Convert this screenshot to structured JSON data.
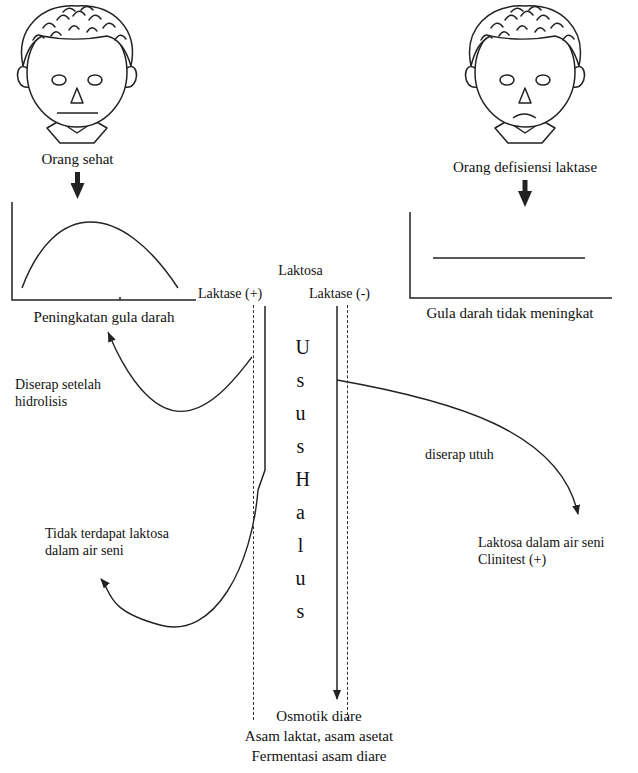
{
  "diagram": {
    "nodes": [
      {
        "text": [
          "Orang sehat"
        ]
      },
      {
        "text": [
          "Orang defisiensi laktase"
        ]
      },
      {
        "text": [
          "Peningkatan gula darah"
        ]
      },
      {
        "text": [
          "Gula darah tidak meningkat"
        ]
      },
      {
        "text": [
          "Usus Halus"
        ]
      }
    ],
    "edges": [
      {
        "from": 0,
        "to": 2,
        "arrow": "to"
      },
      {
        "from": 1,
        "to": 3,
        "arrow": "to"
      },
      {
        "from": 4,
        "to": 2,
        "label": "Diserap setelah hidrolisis",
        "arrow": "to"
      }
    ],
    "labels": [
      "Laktosa",
      "Laktase (+)",
      "Laktase (-)",
      "Tidak terdapat laktosa dalam air seni",
      "diserap utuh",
      "Laktosa dalam air seni Clinitest (+)",
      "Osmotik diare",
      "Asam laktat, asam asetat",
      "Fermentasi asam diare"
    ]
  }
}
